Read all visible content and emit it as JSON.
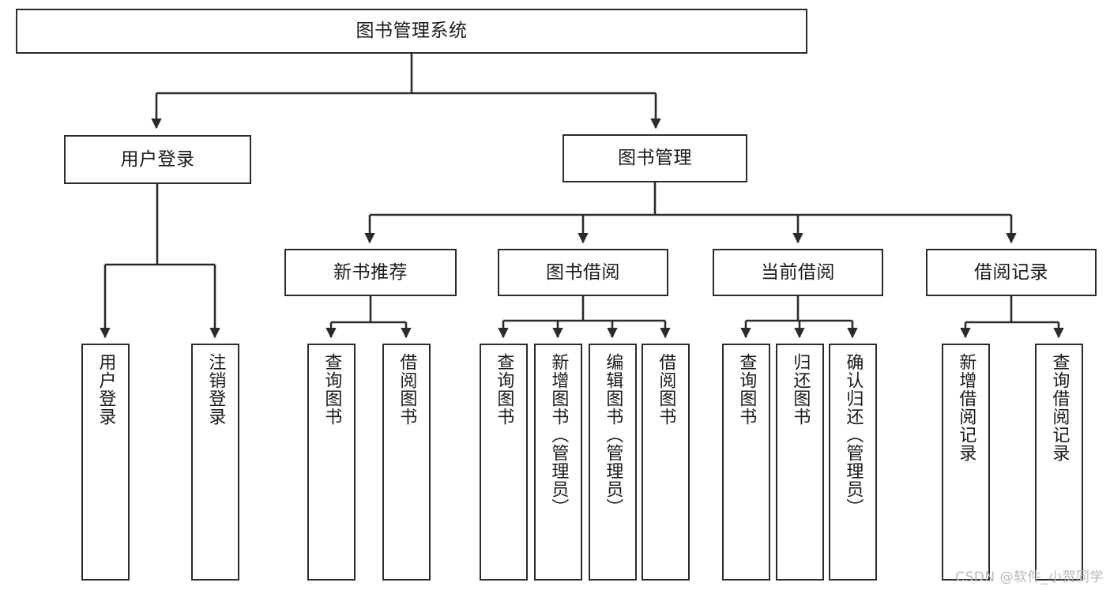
{
  "diagram": {
    "title": "图书管理系统",
    "type": "tree-functional-structure",
    "root": {
      "label": "图书管理系统"
    },
    "level1": [
      {
        "label": "用户登录"
      },
      {
        "label": "图书管理"
      }
    ],
    "level2": [
      {
        "label": "新书推荐"
      },
      {
        "label": "图书借阅"
      },
      {
        "label": "当前借阅"
      },
      {
        "label": "借阅记录"
      }
    ],
    "leaves": {
      "user_login": [
        {
          "label": "用户登录"
        },
        {
          "label": "注销登录"
        }
      ],
      "new_book_recommend": [
        {
          "label": "查询图书"
        },
        {
          "label": "借阅图书"
        }
      ],
      "book_borrow": [
        {
          "label": "查询图书"
        },
        {
          "label": "新增图书（管理员）"
        },
        {
          "label": "编辑图书（管理员）"
        },
        {
          "label": "借阅图书"
        }
      ],
      "current_borrow": [
        {
          "label": "查询图书"
        },
        {
          "label": "归还图书"
        },
        {
          "label": "确认归还（管理员）"
        }
      ],
      "borrow_record": [
        {
          "label": "新增借阅记录"
        },
        {
          "label": "查询借阅记录"
        }
      ]
    }
  },
  "watermark": {
    "text": "CSDN @软件_小贺同学"
  },
  "colors": {
    "stroke": "#2b2b2b",
    "background": "#ffffff",
    "text": "#1b1b1b",
    "watermark": "#b9b9b9"
  }
}
